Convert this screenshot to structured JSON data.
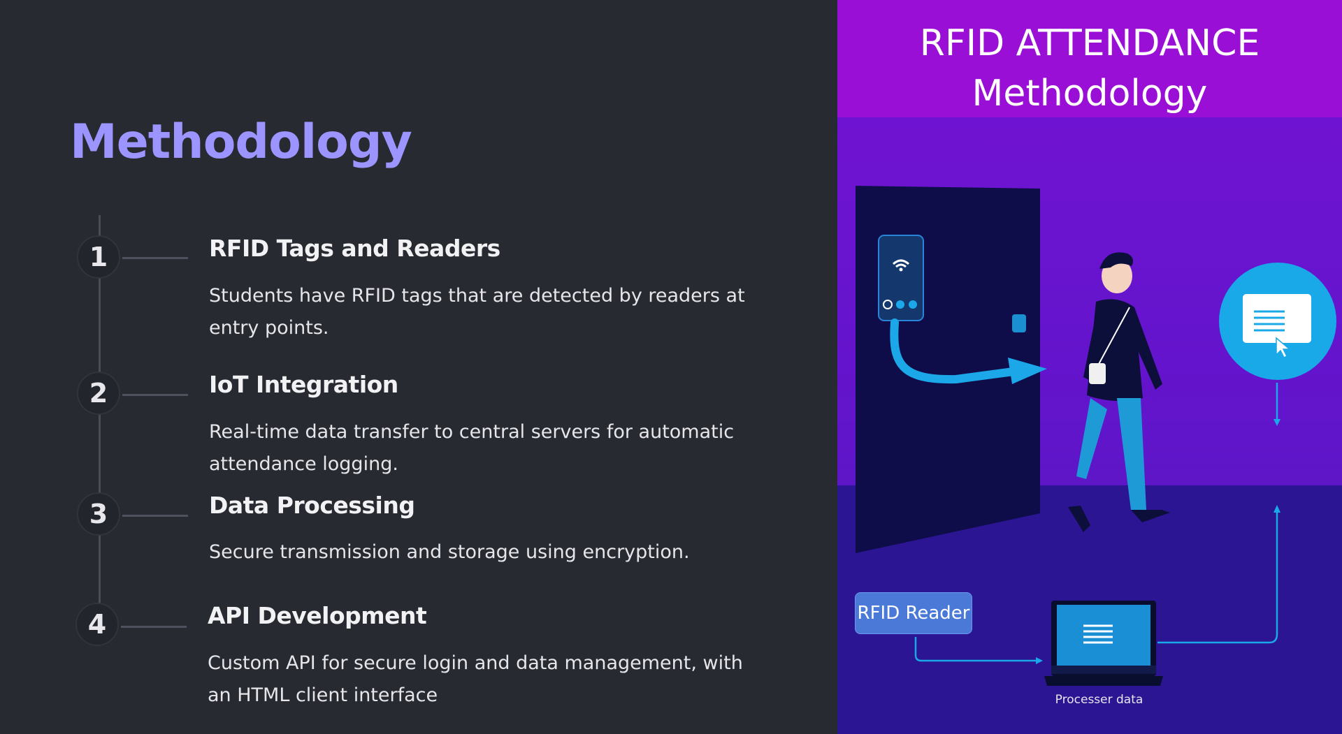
{
  "slide": {
    "title": "Methodology",
    "steps": [
      {
        "number": "1",
        "title": "RFID Tags and Readers",
        "description": "Students have RFID tags that are detected by readers at entry points."
      },
      {
        "number": "2",
        "title": "IoT Integration",
        "description": "Real-time data transfer to central servers for automatic attendance logging."
      },
      {
        "number": "3",
        "title": "Data Processing",
        "description": "Secure transmission and storage using encryption."
      },
      {
        "number": "4",
        "title": "API Development",
        "description": "Custom API for secure login and data management, with an HTML client interface"
      }
    ]
  },
  "image_panel": {
    "banner_line1": "RFID ATTENDANCE",
    "banner_line2": "Methodology",
    "reader_label": "RFID Reader",
    "laptop_label": "Processer data"
  },
  "colors": {
    "background": "#282a31",
    "title_accent": "#9c95ff",
    "banner": "#9a0fd6",
    "illustration_accent": "#1ca8e8"
  }
}
